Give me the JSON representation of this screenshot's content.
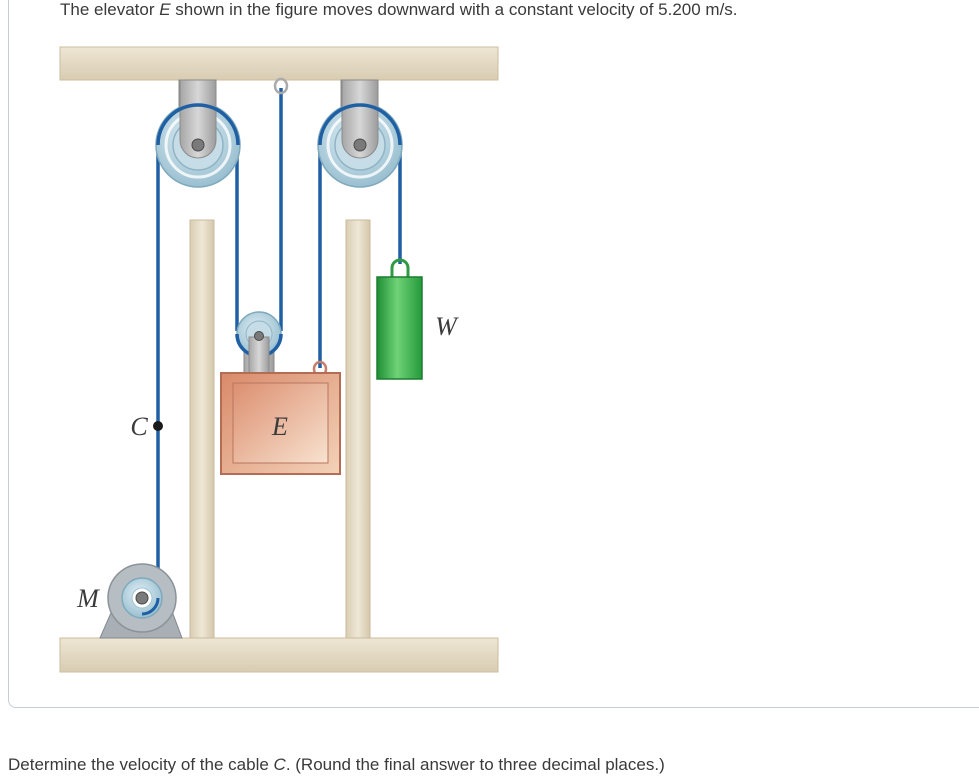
{
  "question": {
    "intro_prefix": "The elevator ",
    "intro_var": "E",
    "intro_suffix": " shown in the figure moves downward with a constant velocity of 5.200 m/s.",
    "prompt_prefix": "Determine the velocity of the cable ",
    "prompt_var": "C",
    "prompt_suffix": ". (Round the final answer to three decimal places.)"
  },
  "figure": {
    "labels": {
      "elevator": "E",
      "counterweight": "W",
      "cable_point": "C",
      "motor": "M"
    },
    "colors": {
      "frame": "#e3d9c4",
      "cable": "#1f5fa3",
      "pulley": "#b9d6e3",
      "elevator": "#e9aa8c",
      "counterweight": "#38b04a"
    }
  }
}
